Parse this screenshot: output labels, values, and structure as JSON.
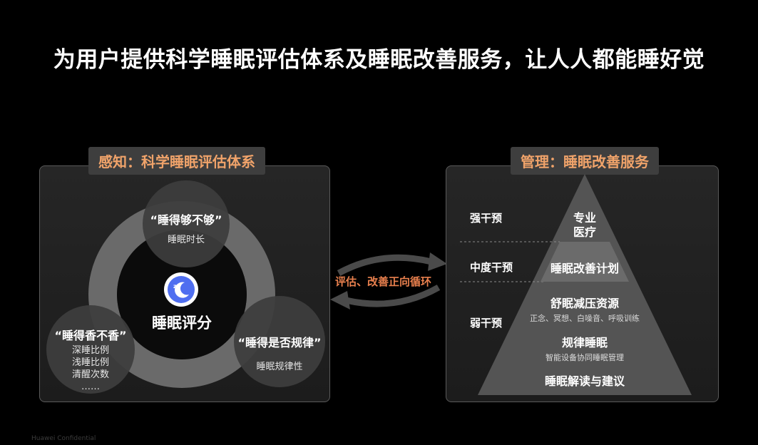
{
  "title": "为用户提供科学睡眠评估体系及睡眠改善服务，让人人都能睡好觉",
  "left_panel": {
    "tag": "感知：科学睡眠评估体系",
    "center_label": "睡眠评分",
    "icon": "sleep-moon-icon",
    "bubbles": [
      {
        "title": "“睡得够不够”",
        "lines": [
          "睡眠时长"
        ]
      },
      {
        "title": "“睡得香不香”",
        "lines": [
          "深睡比例",
          "浅睡比例",
          "清醒次数",
          "……"
        ]
      },
      {
        "title": "“睡得是否规律”",
        "lines": [
          "睡眠规律性"
        ]
      }
    ]
  },
  "cycle": {
    "label": "评估、改善正向循环"
  },
  "right_panel": {
    "tag": "管理：睡眠改善服务",
    "levels": [
      {
        "label": "强干预",
        "items": [
          {
            "text": "专业",
            "size": "big"
          },
          {
            "text": "医疗",
            "size": "big"
          }
        ]
      },
      {
        "label": "中度干预",
        "items": [
          {
            "text": "睡眠改善计划",
            "size": "big"
          }
        ]
      },
      {
        "label": "弱干预",
        "items": [
          {
            "text": "舒眠减压资源",
            "size": "big"
          },
          {
            "text": "正念、冥想、白噪音、呼吸训练",
            "size": "small"
          },
          {
            "text": "规律睡眠",
            "size": "big"
          },
          {
            "text": "智能设备协同睡眠管理",
            "size": "small"
          },
          {
            "text": "睡眠解读与建议",
            "size": "big"
          }
        ]
      }
    ]
  },
  "footer": "Huawei Confidential",
  "colors": {
    "accent": "#e9804e",
    "tag_text": "#f0a36a",
    "icon_blue": "#4f6ef0"
  }
}
